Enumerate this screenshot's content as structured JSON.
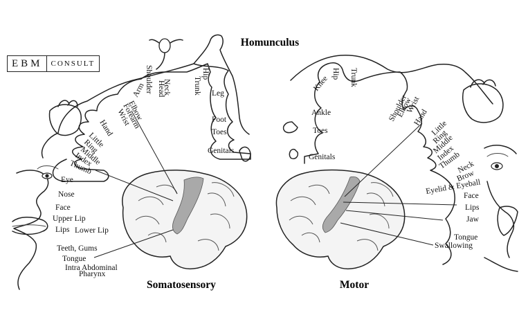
{
  "title": "Homunculus",
  "logo": {
    "part1": "EBM",
    "part2": "CONSULT"
  },
  "somatosensory": {
    "caption": "Somatosensory",
    "labels": {
      "arm": "Arm",
      "elbow": "Elbow",
      "forearm": "Forearm",
      "wrist": "Wrist",
      "shoulder": "Shoulder",
      "head": "Head",
      "neck": "Neck",
      "trunk": "Trunk",
      "hip": "Hip",
      "leg": "Leg",
      "foot": "Foot",
      "toes": "Toes",
      "genitals": "Genitals",
      "hand": "Hand",
      "little": "Little",
      "ring": "Ring",
      "middle": "Middle",
      "index": "Index",
      "thumb": "Thumb",
      "eye": "Eye",
      "nose": "Nose",
      "face": "Face",
      "upper_lip": "Upper Lip",
      "lips": "Lips",
      "lower_lip": "Lower Lip",
      "teeth_gums": "Teeth, Gums",
      "tongue": "Tongue",
      "intra_abdominal": "Intra Abdominal",
      "pharynx": "Pharynx"
    }
  },
  "motor": {
    "caption": "Motor",
    "labels": {
      "hip": "Hip",
      "trunk": "Trunk",
      "knee": "Knee",
      "ankle": "Ankle",
      "toes": "Toes",
      "genitals": "Genitals",
      "shoulder": "Shoulder",
      "elbow": "Elbow",
      "wrist": "Wrist",
      "hand": "Hand",
      "little": "Little",
      "ring": "Ring",
      "middle": "Middle",
      "index": "Index",
      "thumb": "Thumb",
      "neck": "Neck",
      "brow": "Brow",
      "eyelid_eyeball": "Eyelid & Eyeball",
      "face": "Face",
      "lips": "Lips",
      "jaw": "Jaw",
      "tongue": "Tongue",
      "swallowing": "Swallowing"
    }
  },
  "colors": {
    "ink": "#222222",
    "cortex_highlight": "#a9a9a9",
    "background": "#ffffff"
  },
  "icons": {
    "logo": "ebm-consult-logo"
  }
}
